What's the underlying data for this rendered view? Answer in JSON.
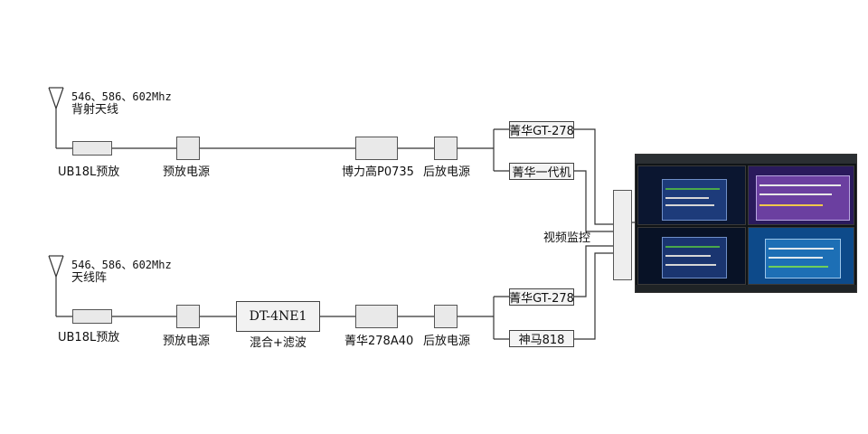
{
  "top_chain": {
    "antenna_freq": "546、586、602Mhz",
    "antenna_name": "背射天线",
    "amp": "UB18L预放",
    "preamp_power": "预放电源",
    "device": "博力高P0735",
    "post_power": "后放电源",
    "receiver_1": "菁华GT-278",
    "receiver_2": "菁华一代机"
  },
  "bottom_chain": {
    "antenna_freq": "546、586、602Mhz",
    "antenna_name": "天线阵",
    "amp": "UB18L预放",
    "preamp_power": "预放电源",
    "mixer_box": "DT-4NE1",
    "mixer_label": "混合+滤波",
    "device": "菁华278A40",
    "post_power": "后放电源",
    "receiver_1": "菁华GT-278",
    "receiver_2": "神马818"
  },
  "monitor_label": "视频监控",
  "colors": {
    "line": "#333333",
    "box_fill": "#e9e9e9",
    "monitor_bg": "#101417"
  }
}
